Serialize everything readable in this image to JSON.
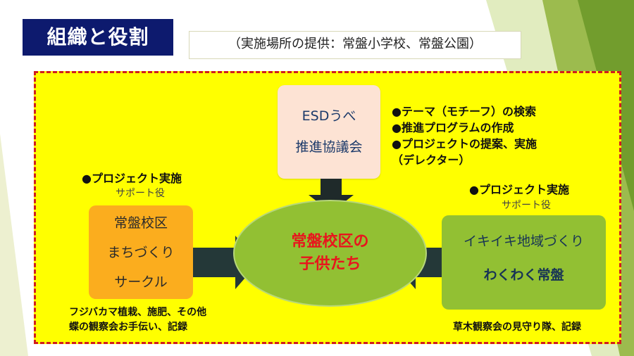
{
  "title": "組織と役割",
  "subtitle": "（実施場所の提供：常盤小学校、常盤公園）",
  "esd_box": {
    "line1": "ESDうべ",
    "line2": "推進協議会"
  },
  "esd_roles": [
    "●テーマ（モチーフ）の検索",
    "●推進プログラムの作成",
    "●プロジェクトの提案、実施",
    "（デレクター）"
  ],
  "center": {
    "line1": "常盤校区の",
    "line2": "子供たち"
  },
  "left": {
    "role": "●プロジェクト実施",
    "support": "サポート役",
    "box_lines": [
      "常盤校区",
      "まちづくり",
      "サークル"
    ],
    "notes": [
      "フジバカマ植栽、施肥、その他",
      "蝶の観察会お手伝い、記録"
    ]
  },
  "right": {
    "role": "●プロジェクト実施",
    "support": "サポート役",
    "box_line1": "イキイキ地域づくり",
    "box_line2": "わくわく常盤",
    "note": "草木観察会の見守り隊、記録"
  },
  "colors": {
    "title_bg": "#0d1a6e",
    "frame_bg": "#ffff00",
    "frame_border": "#d01e1e",
    "center_text": "#e8151d",
    "arrow": "#243838"
  }
}
